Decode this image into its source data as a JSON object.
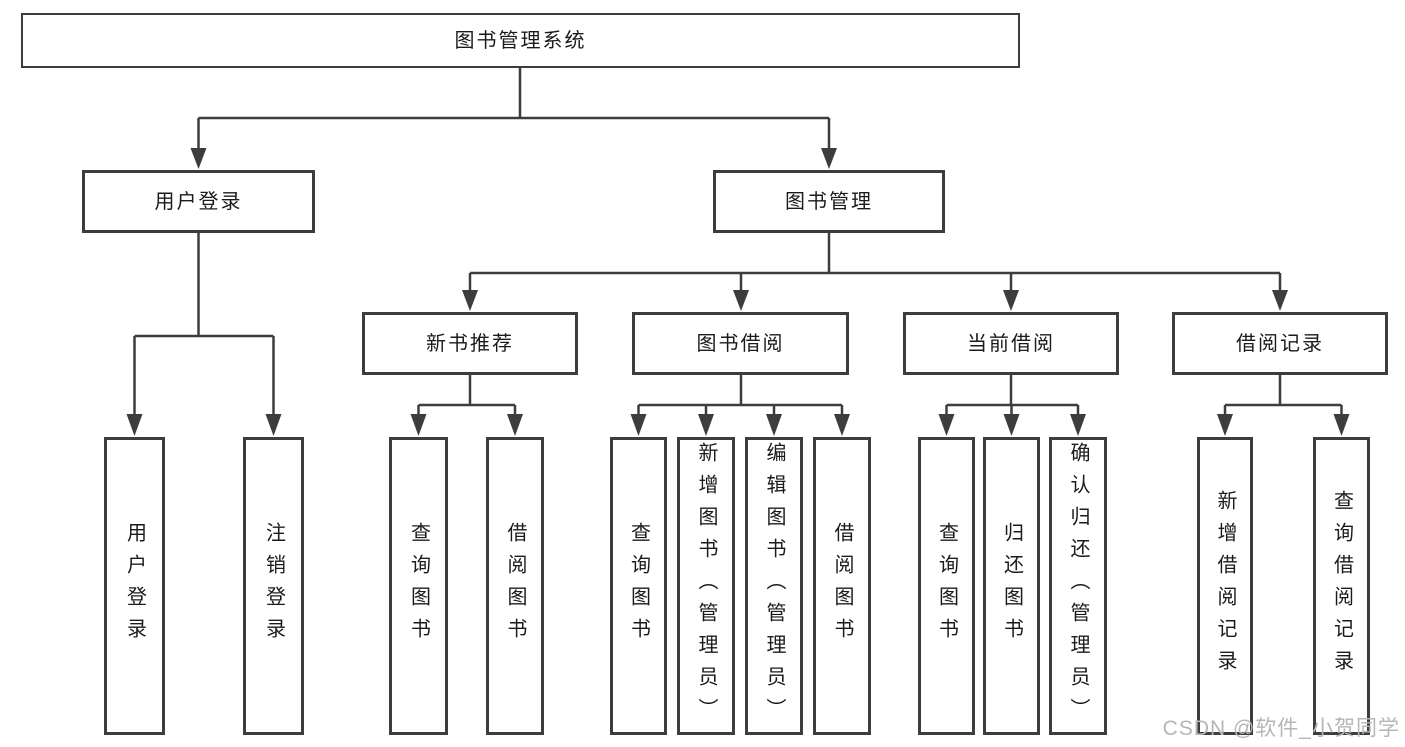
{
  "diagram": {
    "type": "hierarchy",
    "orientation": "top-down"
  },
  "colors": {
    "background": "#ffffff",
    "line": "#3d3d3d",
    "box_border": "#3d3d3d",
    "text": "#1b1b1b",
    "watermark": "#b6b6b6"
  },
  "tree": {
    "label": "图书管理系统",
    "children": [
      {
        "label": "用户登录",
        "children": [
          {
            "label": "用户登录"
          },
          {
            "label": "注销登录"
          }
        ]
      },
      {
        "label": "图书管理",
        "children": [
          {
            "label": "新书推荐",
            "children": [
              {
                "label": "查询图书"
              },
              {
                "label": "借阅图书"
              }
            ]
          },
          {
            "label": "图书借阅",
            "children": [
              {
                "label": "查询图书"
              },
              {
                "label": "新增图书（管理员）"
              },
              {
                "label": "编辑图书（管理员）"
              },
              {
                "label": "借阅图书"
              }
            ]
          },
          {
            "label": "当前借阅",
            "children": [
              {
                "label": "查询图书"
              },
              {
                "label": "归还图书"
              },
              {
                "label": "确认归还（管理员）"
              }
            ]
          },
          {
            "label": "借阅记录",
            "children": [
              {
                "label": "新增借阅记录"
              },
              {
                "label": "查询借阅记录"
              }
            ]
          }
        ]
      }
    ]
  },
  "watermark": {
    "text": "CSDN @软件_小贺同学"
  }
}
